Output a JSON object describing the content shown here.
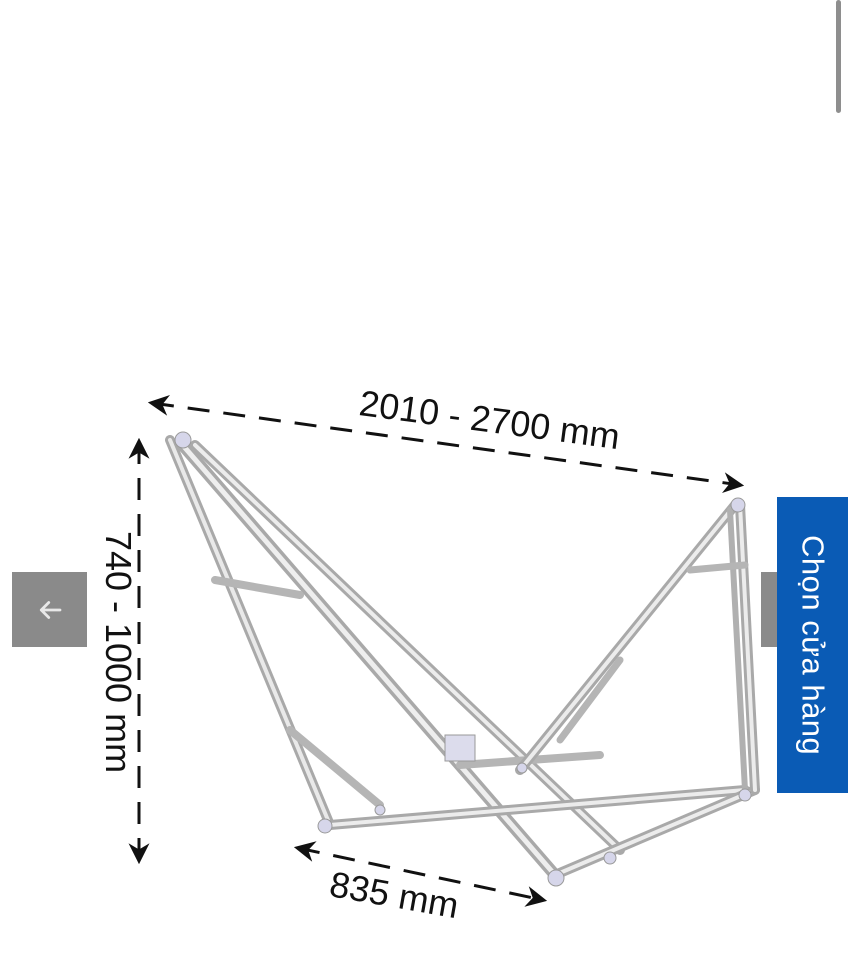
{
  "image": {
    "alt_subject": "hammock-stand",
    "dimensions": {
      "length": "2010 - 2700 mm",
      "height": "740 - 1000 mm",
      "width": "835 mm"
    }
  },
  "navigation": {
    "prev_icon": "arrow-left-icon",
    "next_icon": "arrow-right-icon"
  },
  "store_button": {
    "label": "Chọn cửa hàng",
    "color": "#0a5bb5"
  }
}
